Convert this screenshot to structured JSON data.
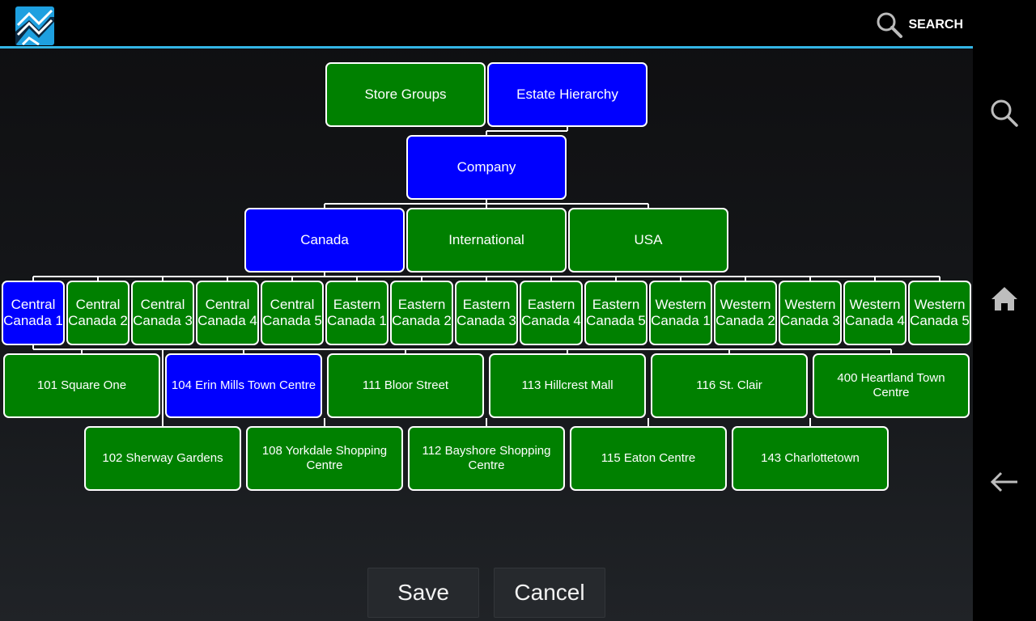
{
  "app": {
    "logo_icon": "app-logo-icon",
    "search_label": "SEARCH",
    "accent_color": "#33b5e5"
  },
  "colors": {
    "selected": "#0000ff",
    "unselected": "#008000"
  },
  "tree": {
    "top": [
      {
        "label": "Store Groups",
        "selected": false
      },
      {
        "label": "Estate Hierarchy",
        "selected": true
      }
    ],
    "company": {
      "label": "Company",
      "selected": true
    },
    "countries": [
      {
        "label": "Canada",
        "selected": true
      },
      {
        "label": "International",
        "selected": false
      },
      {
        "label": "USA",
        "selected": false
      }
    ],
    "regions": [
      {
        "line1": "Central",
        "line2": "Canada 1",
        "selected": true
      },
      {
        "line1": "Central",
        "line2": "Canada 2",
        "selected": false
      },
      {
        "line1": "Central",
        "line2": "Canada 3",
        "selected": false
      },
      {
        "line1": "Central",
        "line2": "Canada 4",
        "selected": false
      },
      {
        "line1": "Central",
        "line2": "Canada 5",
        "selected": false
      },
      {
        "line1": "Eastern",
        "line2": "Canada 1",
        "selected": false
      },
      {
        "line1": "Eastern",
        "line2": "Canada 2",
        "selected": false
      },
      {
        "line1": "Eastern",
        "line2": "Canada 3",
        "selected": false
      },
      {
        "line1": "Eastern",
        "line2": "Canada 4",
        "selected": false
      },
      {
        "line1": "Eastern",
        "line2": "Canada 5",
        "selected": false
      },
      {
        "line1": "Western",
        "line2": "Canada 1",
        "selected": false
      },
      {
        "line1": "Western",
        "line2": "Canada 2",
        "selected": false
      },
      {
        "line1": "Western",
        "line2": "Canada 3",
        "selected": false
      },
      {
        "line1": "Western",
        "line2": "Canada 4",
        "selected": false
      },
      {
        "line1": "Western",
        "line2": "Canada 5",
        "selected": false
      }
    ],
    "stores_row1": [
      {
        "label": "101 Square One",
        "selected": false
      },
      {
        "label": "104 Erin Mills Town Centre",
        "selected": true
      },
      {
        "label": "111 Bloor Street",
        "selected": false
      },
      {
        "label": "113 Hillcrest Mall",
        "selected": false
      },
      {
        "label": "116 St. Clair",
        "selected": false
      },
      {
        "label": "400 Heartland Town Centre",
        "selected": false
      }
    ],
    "stores_row2": [
      {
        "label": "102 Sherway Gardens",
        "selected": false
      },
      {
        "label": "108 Yorkdale Shopping Centre",
        "selected": false
      },
      {
        "label": "112 Bayshore Shopping Centre",
        "selected": false
      },
      {
        "label": "115 Eaton Centre",
        "selected": false
      },
      {
        "label": "143 Charlottetown",
        "selected": false
      }
    ]
  },
  "buttons": {
    "save": "Save",
    "cancel": "Cancel"
  },
  "navbar": {
    "search_icon": "search-icon",
    "home_icon": "home-icon",
    "back_icon": "back-arrow-icon"
  }
}
